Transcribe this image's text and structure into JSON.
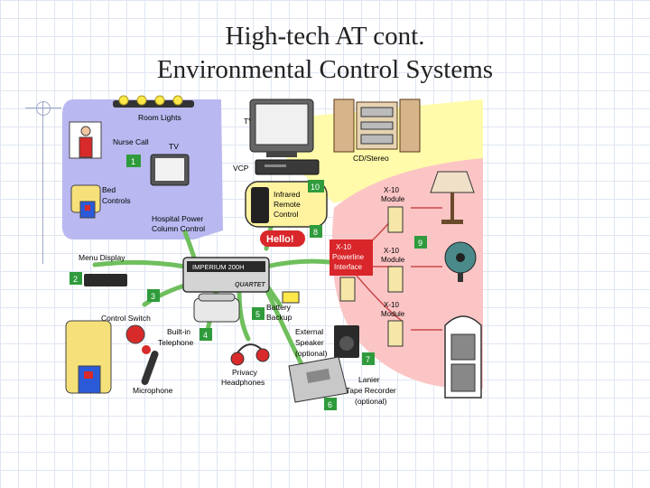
{
  "slide": {
    "title_line1": "High-tech AT cont.",
    "title_line2": "Environmental Control Systems"
  },
  "diagram": {
    "labels": {
      "room_lights": "Room Lights",
      "nurse_call": "Nurse Call",
      "tv_small": "TV",
      "bed_controls_1": "Bed",
      "bed_controls_2": "Controls",
      "hospital_power_1": "Hospital Power",
      "hospital_power_2": "Column Control",
      "tv_main": "TV",
      "vcp": "VCP",
      "cd_stereo": "CD/Stereo",
      "infrared_1": "Infrared",
      "infrared_2": "Remote",
      "infrared_3": "Control",
      "hello": "Hello!",
      "menu_display": "Menu Display",
      "device_name": "IMPERIUM 200H",
      "device_brand": "QUARTET",
      "x10_interface_1": "X-10",
      "x10_interface_2": "Powerline",
      "x10_interface_3": "Interface",
      "x10_module_1a": "X-10",
      "x10_module_1b": "Module",
      "x10_module_2a": "X-10",
      "x10_module_2b": "Module",
      "x10_module_3a": "X-10",
      "x10_module_3b": "Module",
      "control_switch": "Control Switch",
      "battery_1": "Battery",
      "battery_2": "Backup",
      "builtin_phone_1": "Built-in",
      "builtin_phone_2": "Telephone",
      "external_speaker_1": "External",
      "external_speaker_2": "Speaker",
      "external_speaker_3": "(optional)",
      "privacy_1": "Privacy",
      "privacy_2": "Headphones",
      "microphone": "Microphone",
      "tape_1": "Lanier",
      "tape_2": "Tape Recorder",
      "tape_3": "(optional)"
    },
    "numbers": {
      "n1": "1",
      "n2": "2",
      "n3": "3",
      "n4": "4",
      "n5": "5",
      "n6": "6",
      "n7": "7",
      "n8": "8",
      "n9": "9",
      "n10": "10"
    },
    "colors": {
      "lavender_zone": "#b9b8f0",
      "yellow_zone": "#fffbaa",
      "pink_zone": "#fcc5c5",
      "badge_green": "#2f9b3c",
      "arrow_green": "#6fbf5c",
      "hello_red": "#d8262a"
    }
  }
}
